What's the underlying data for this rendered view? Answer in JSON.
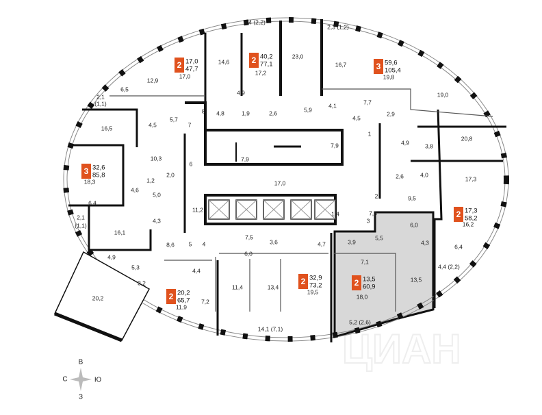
{
  "colors": {
    "accent": "#e0521e",
    "highlight": "#d8d8d8",
    "wall": "#111111"
  },
  "watermark": "ЦИАН",
  "compass": {
    "north": "В",
    "west": "С",
    "east": "Ю",
    "south": "З"
  },
  "apartments": [
    {
      "rooms": "2",
      "living": "17,0",
      "total": "47,7"
    },
    {
      "rooms": "2",
      "living": "40,2",
      "total": "77,1"
    },
    {
      "rooms": "3",
      "living": "59,6",
      "total": "105,4"
    },
    {
      "rooms": "3",
      "living": "32,6",
      "total": "85,8"
    },
    {
      "rooms": "2",
      "living": "17,3",
      "total": "58,2"
    },
    {
      "rooms": "2",
      "living": "32,9",
      "total": "73,2"
    },
    {
      "rooms": "2",
      "living": "13,5",
      "total": "60,9"
    },
    {
      "rooms": "2",
      "living": "20,2",
      "total": "65,7"
    }
  ],
  "room_labels": [
    "4,4 (2,2)",
    "2,3 (1,2)",
    "23,0",
    "14,6",
    "17,0",
    "17,2",
    "12,9",
    "6,5",
    "2,1",
    "(1,1)",
    "16,7",
    "19,8",
    "19,0",
    "4,9",
    "4,8",
    "1,9",
    "2,6",
    "5,9",
    "4,1",
    "7,7",
    "4,5",
    "5,7",
    "7",
    "8",
    "4,5",
    "2,9",
    "16,5",
    "10,3",
    "7,9",
    "7,9",
    "20,8",
    "4,9",
    "3,8",
    "6",
    "1,2",
    "2,0",
    "18,3",
    "17,0",
    "4,6",
    "5,0",
    "2,6",
    "4,0",
    "17,3",
    "6,4",
    "11,2",
    "9,5",
    "2",
    "4,3",
    "1,4",
    "7,3",
    "2,1",
    "(1,1)",
    "16,1",
    "3",
    "6,0",
    "16,2",
    "7,5",
    "3,6",
    "8,6",
    "5",
    "4",
    "5,5",
    "3,9",
    "4,7",
    "4,3",
    "6,4",
    "6,0",
    "4,9",
    "5,3",
    "7,1",
    "4,4",
    "4,4 (2,2)",
    "3,2",
    "11,4",
    "13,4",
    "19,5",
    "13,5",
    "18,0",
    "20,2",
    "11,9",
    "7,2",
    "14,1 (7,1)",
    "5,2 (2,6)",
    "1"
  ]
}
